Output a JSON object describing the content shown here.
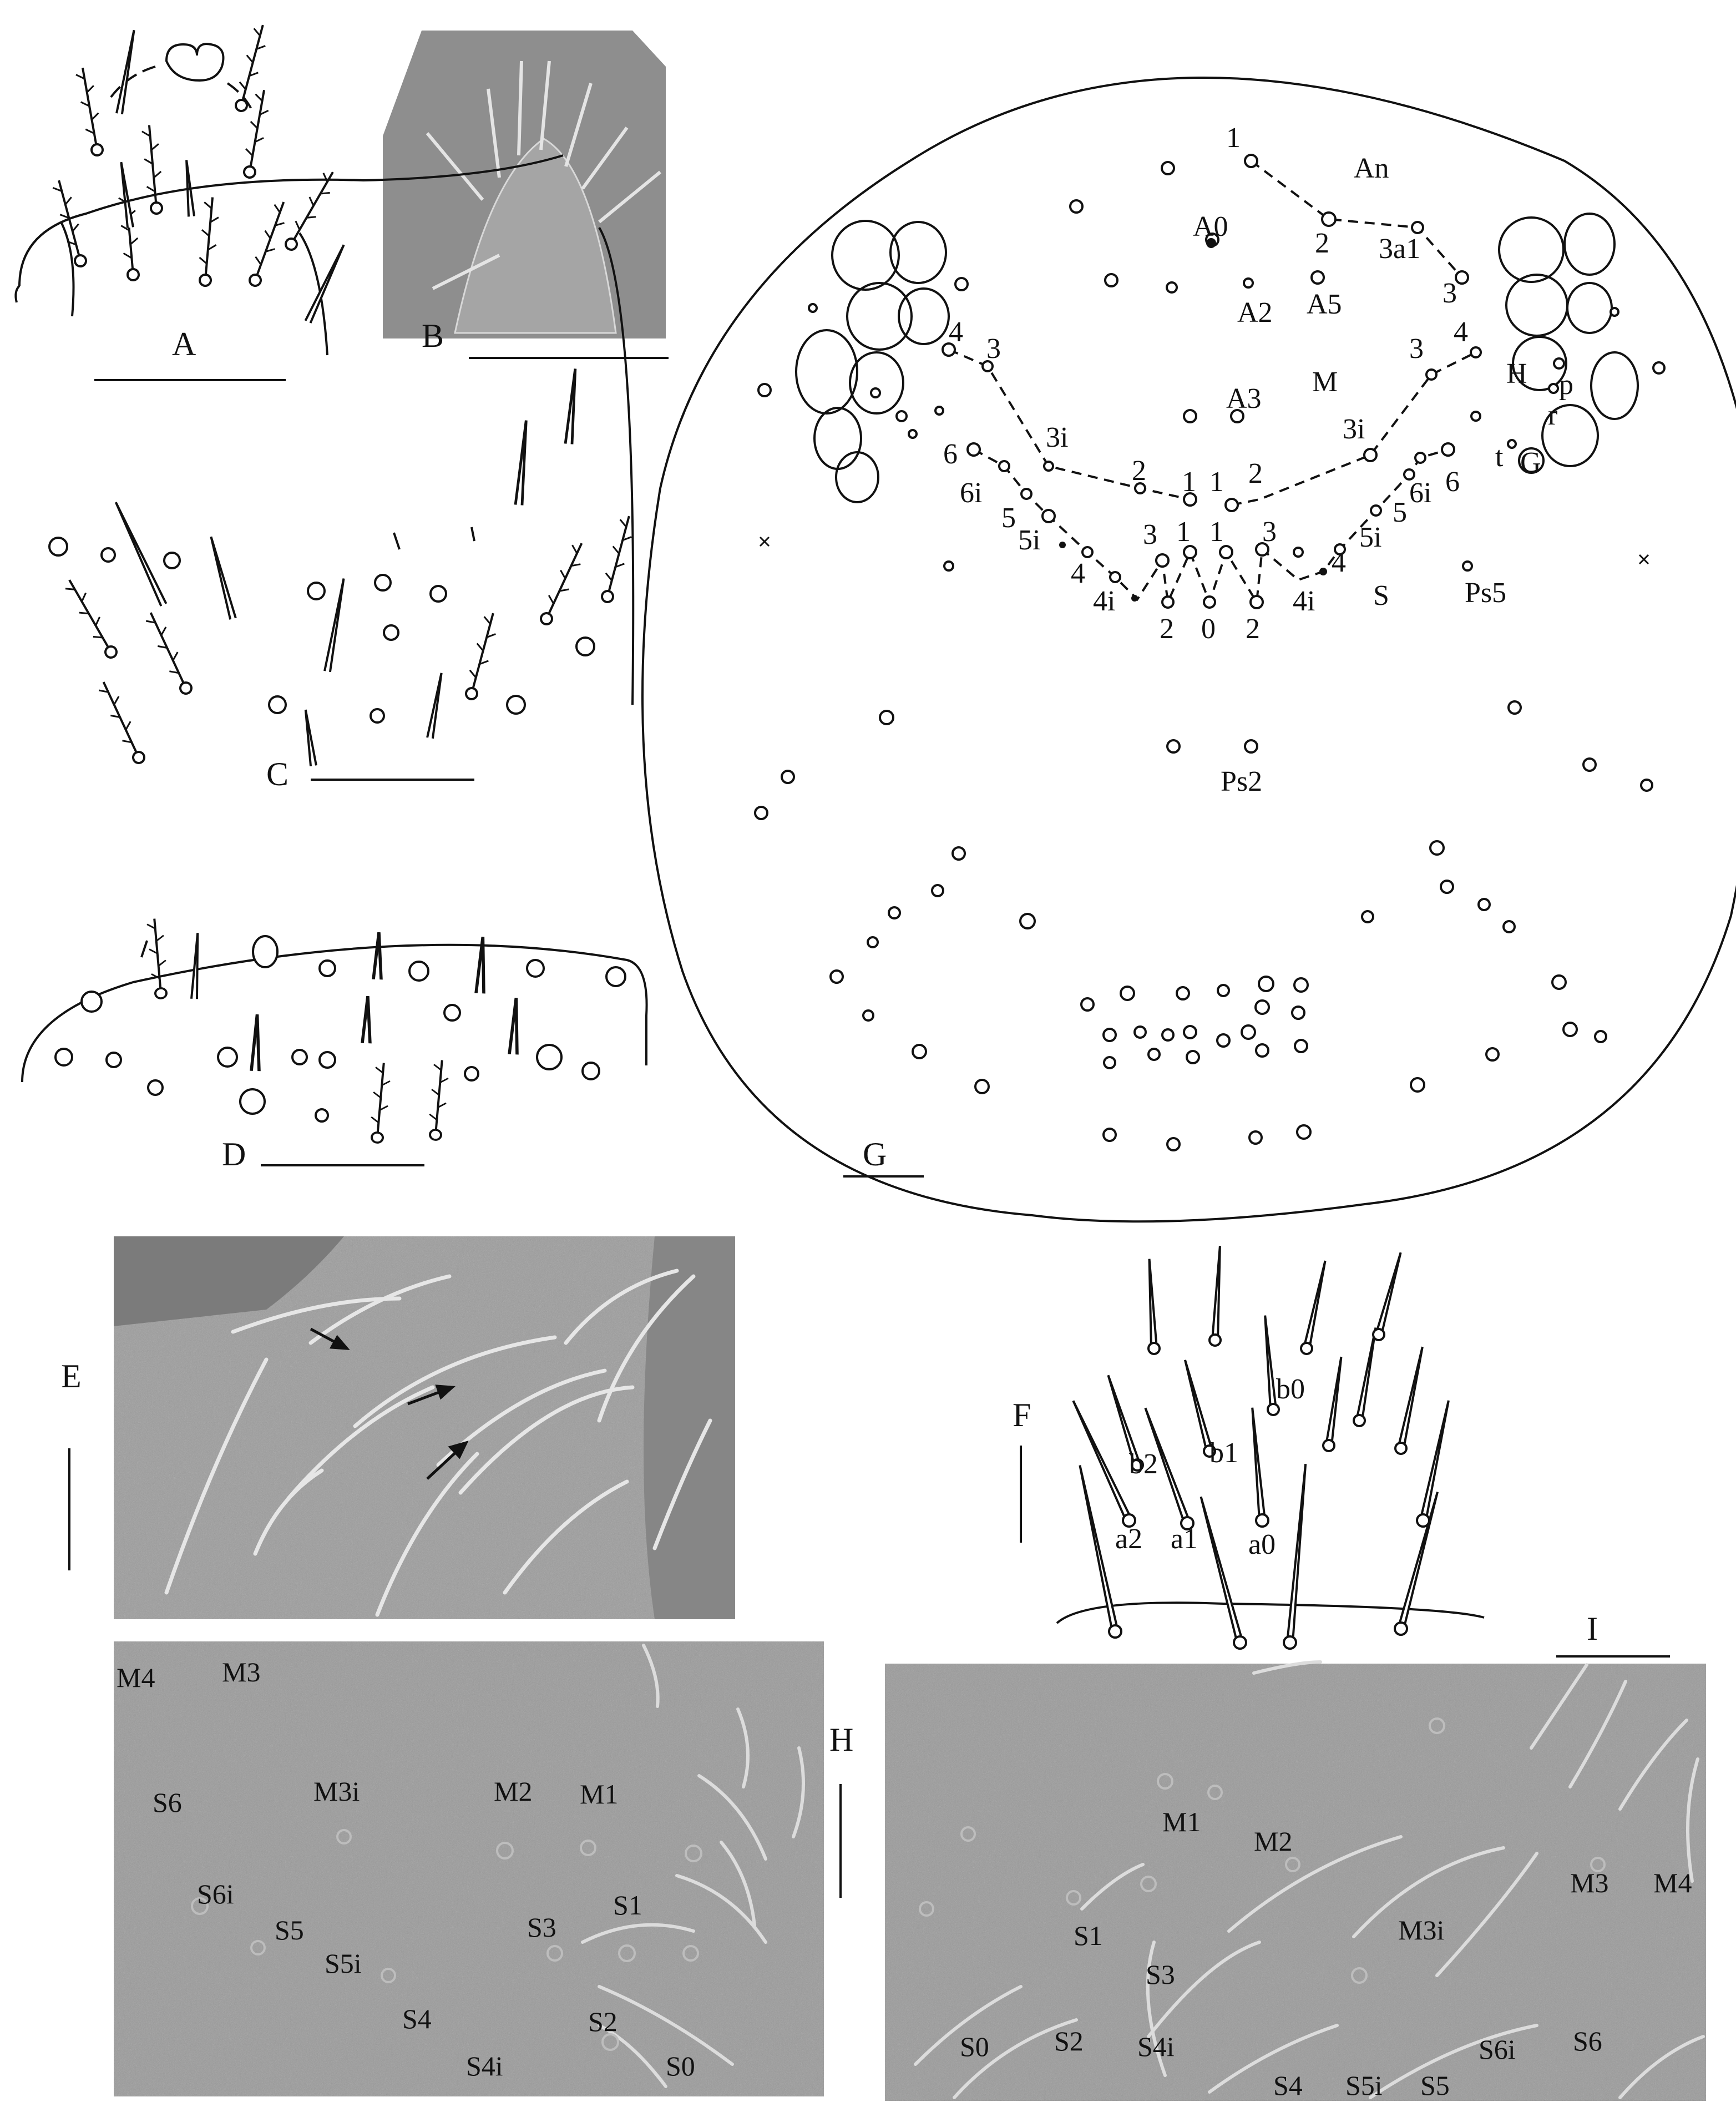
{
  "panels": {
    "a": {
      "label": "A"
    },
    "b": {
      "label": "B"
    },
    "c": {
      "label": "C"
    },
    "d": {
      "label": "D"
    },
    "e": {
      "label": "E"
    },
    "f": {
      "label": "F",
      "setae": [
        "b0",
        "b2",
        "b1",
        "a2",
        "a1",
        "a0"
      ]
    },
    "g": {
      "label": "G",
      "regions": [
        "An",
        "M",
        "S",
        "Ps5",
        "Ps2"
      ],
      "named": [
        "A0",
        "A2",
        "A5",
        "A3"
      ],
      "eye": [
        "H",
        "p",
        "r",
        "t",
        "G"
      ],
      "an_numbers": [
        "1",
        "2",
        "3a1",
        "3"
      ],
      "m_left": [
        "4",
        "3",
        "3i",
        "2",
        "1"
      ],
      "m_right": [
        "1",
        "2",
        "3i",
        "3",
        "4"
      ],
      "s_left": [
        "6",
        "6i",
        "5",
        "5i",
        "4",
        "4i",
        "3",
        "1"
      ],
      "s_right": [
        "1",
        "3",
        "4i",
        "4",
        "5i",
        "5",
        "6i",
        "6"
      ],
      "s_bottom": [
        "2",
        "0",
        "2"
      ]
    },
    "h": {
      "label": "H",
      "setae": [
        "M4",
        "M3",
        "S6",
        "M3i",
        "M2",
        "M1",
        "S6i",
        "S5",
        "S5i",
        "S3",
        "S1",
        "S4",
        "S2",
        "S4i",
        "S0"
      ]
    },
    "i": {
      "label": "I",
      "setae": [
        "M1",
        "M2",
        "M3",
        "M4",
        "S1",
        "M3i",
        "S3",
        "S0",
        "S2",
        "S4i",
        "S4",
        "S5i",
        "S5",
        "S6i",
        "S6"
      ]
    }
  }
}
